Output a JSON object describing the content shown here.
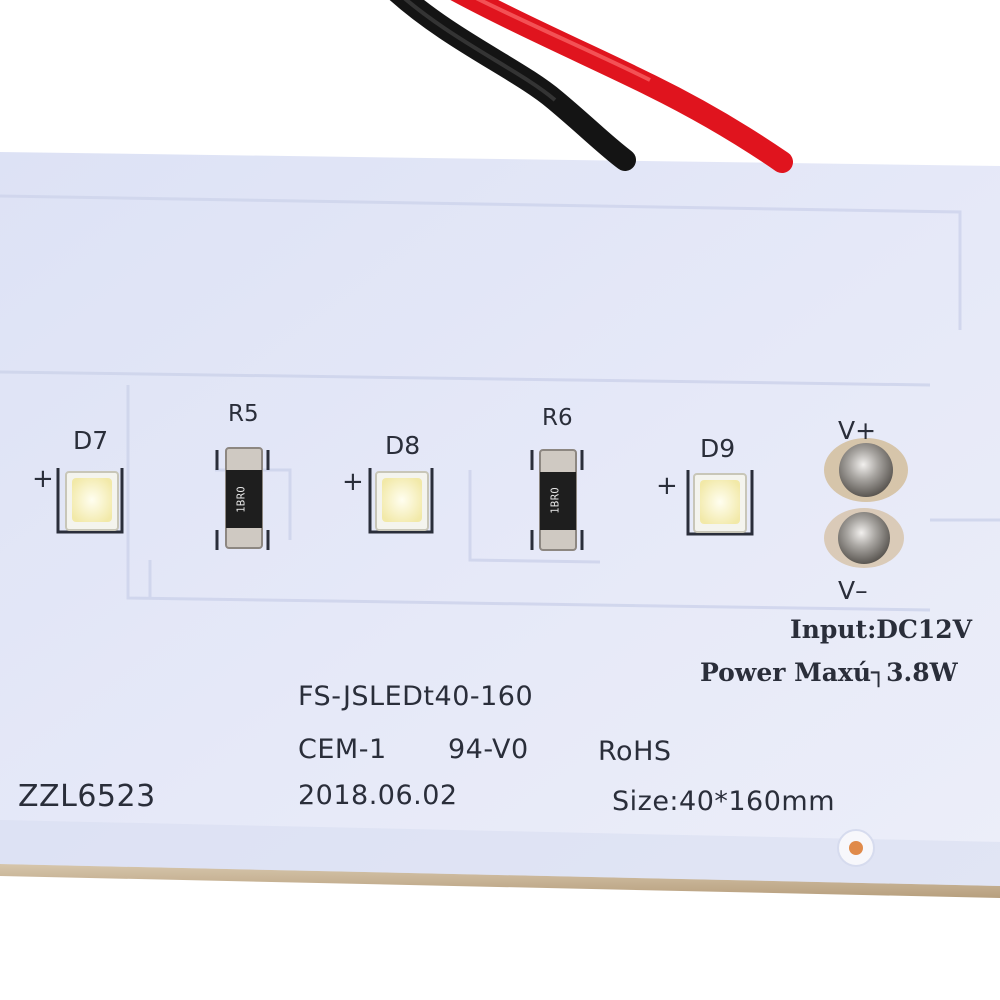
{
  "board": {
    "components": [
      {
        "designator": "D7",
        "polarity": "+"
      },
      {
        "designator": "R5",
        "marking": "1BR0"
      },
      {
        "designator": "D8",
        "polarity": "+"
      },
      {
        "designator": "R6",
        "marking": "1BR0"
      },
      {
        "designator": "D9",
        "polarity": "+"
      }
    ],
    "terminals": {
      "positive": "V+",
      "negative": "V–"
    },
    "specs": {
      "input": "Input:DC12V",
      "power": "Power Maxú┐3.8W"
    },
    "markings": {
      "model": "FS-JSLEDt40-160",
      "material": "CEM-1",
      "flammability": "94-V0",
      "compliance": "RoHS",
      "serial": "ZZL6523",
      "date": "2018.06.02",
      "size": "Size:40*160mm"
    }
  },
  "colors": {
    "board": "#e4e8f8",
    "silkscreen": "#2a2e3a",
    "wire_red": "#e0141e",
    "wire_black": "#141414",
    "led_body": "#f4f4ee",
    "led_phosphor": "#f6efb5",
    "resistor_body": "#1e1e1e",
    "solder": "#b7b4b0"
  }
}
